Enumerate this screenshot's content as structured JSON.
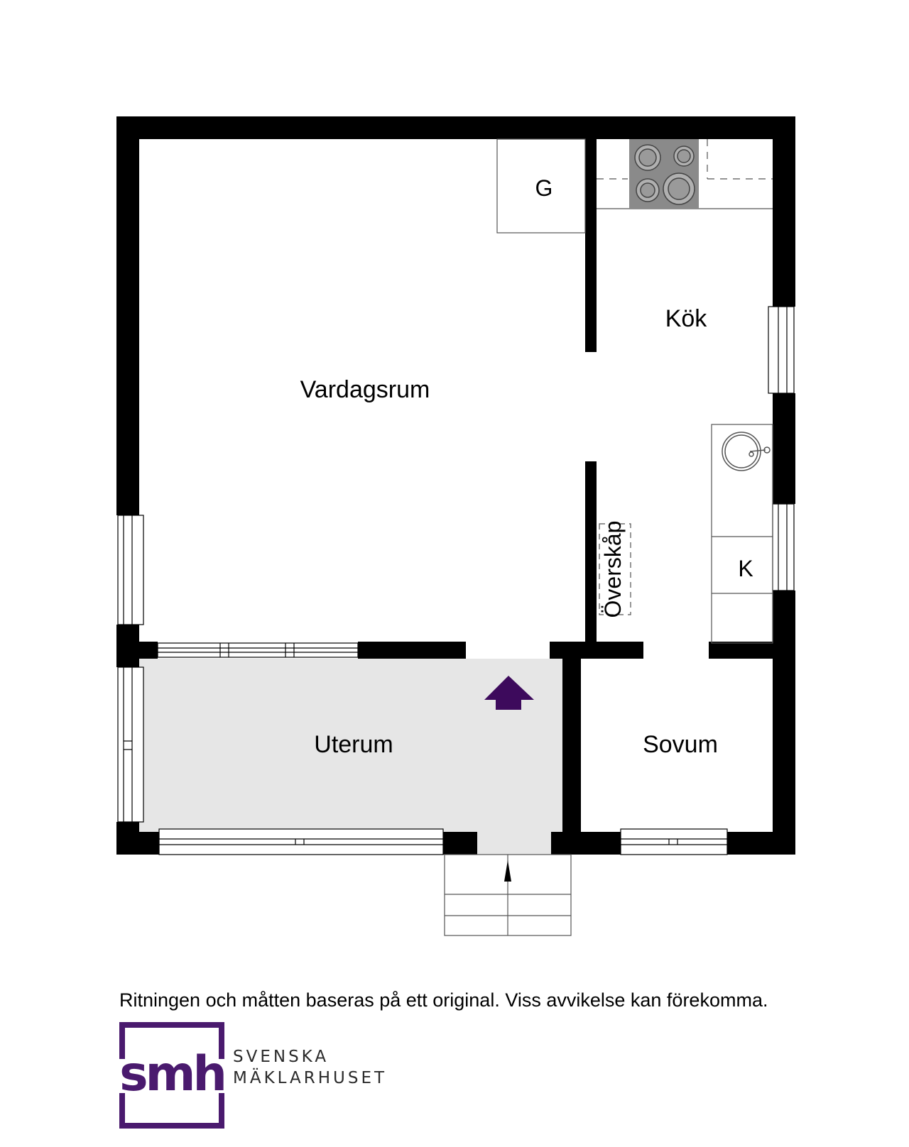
{
  "rooms": {
    "vardagsrum": "Vardagsrum",
    "kok": "Kök",
    "uterum": "Uterum",
    "sovum": "Sovum"
  },
  "fixtures": {
    "g": "G",
    "k": "K",
    "overskap": "Överskåp"
  },
  "disclaimer": "Ritningen och måtten baseras på ett original. Viss avvikelse kan förekomma.",
  "brand": {
    "logo_text": "smh",
    "name_line1": "SVENSKA",
    "name_line2": "MÄKLARHUSET",
    "color": "#4a1a6e"
  },
  "colors": {
    "wall": "#000000",
    "uterum_floor": "#e6e6e6",
    "stove": "#8a8a8a",
    "entrance_arrow": "#3d0a5c"
  }
}
